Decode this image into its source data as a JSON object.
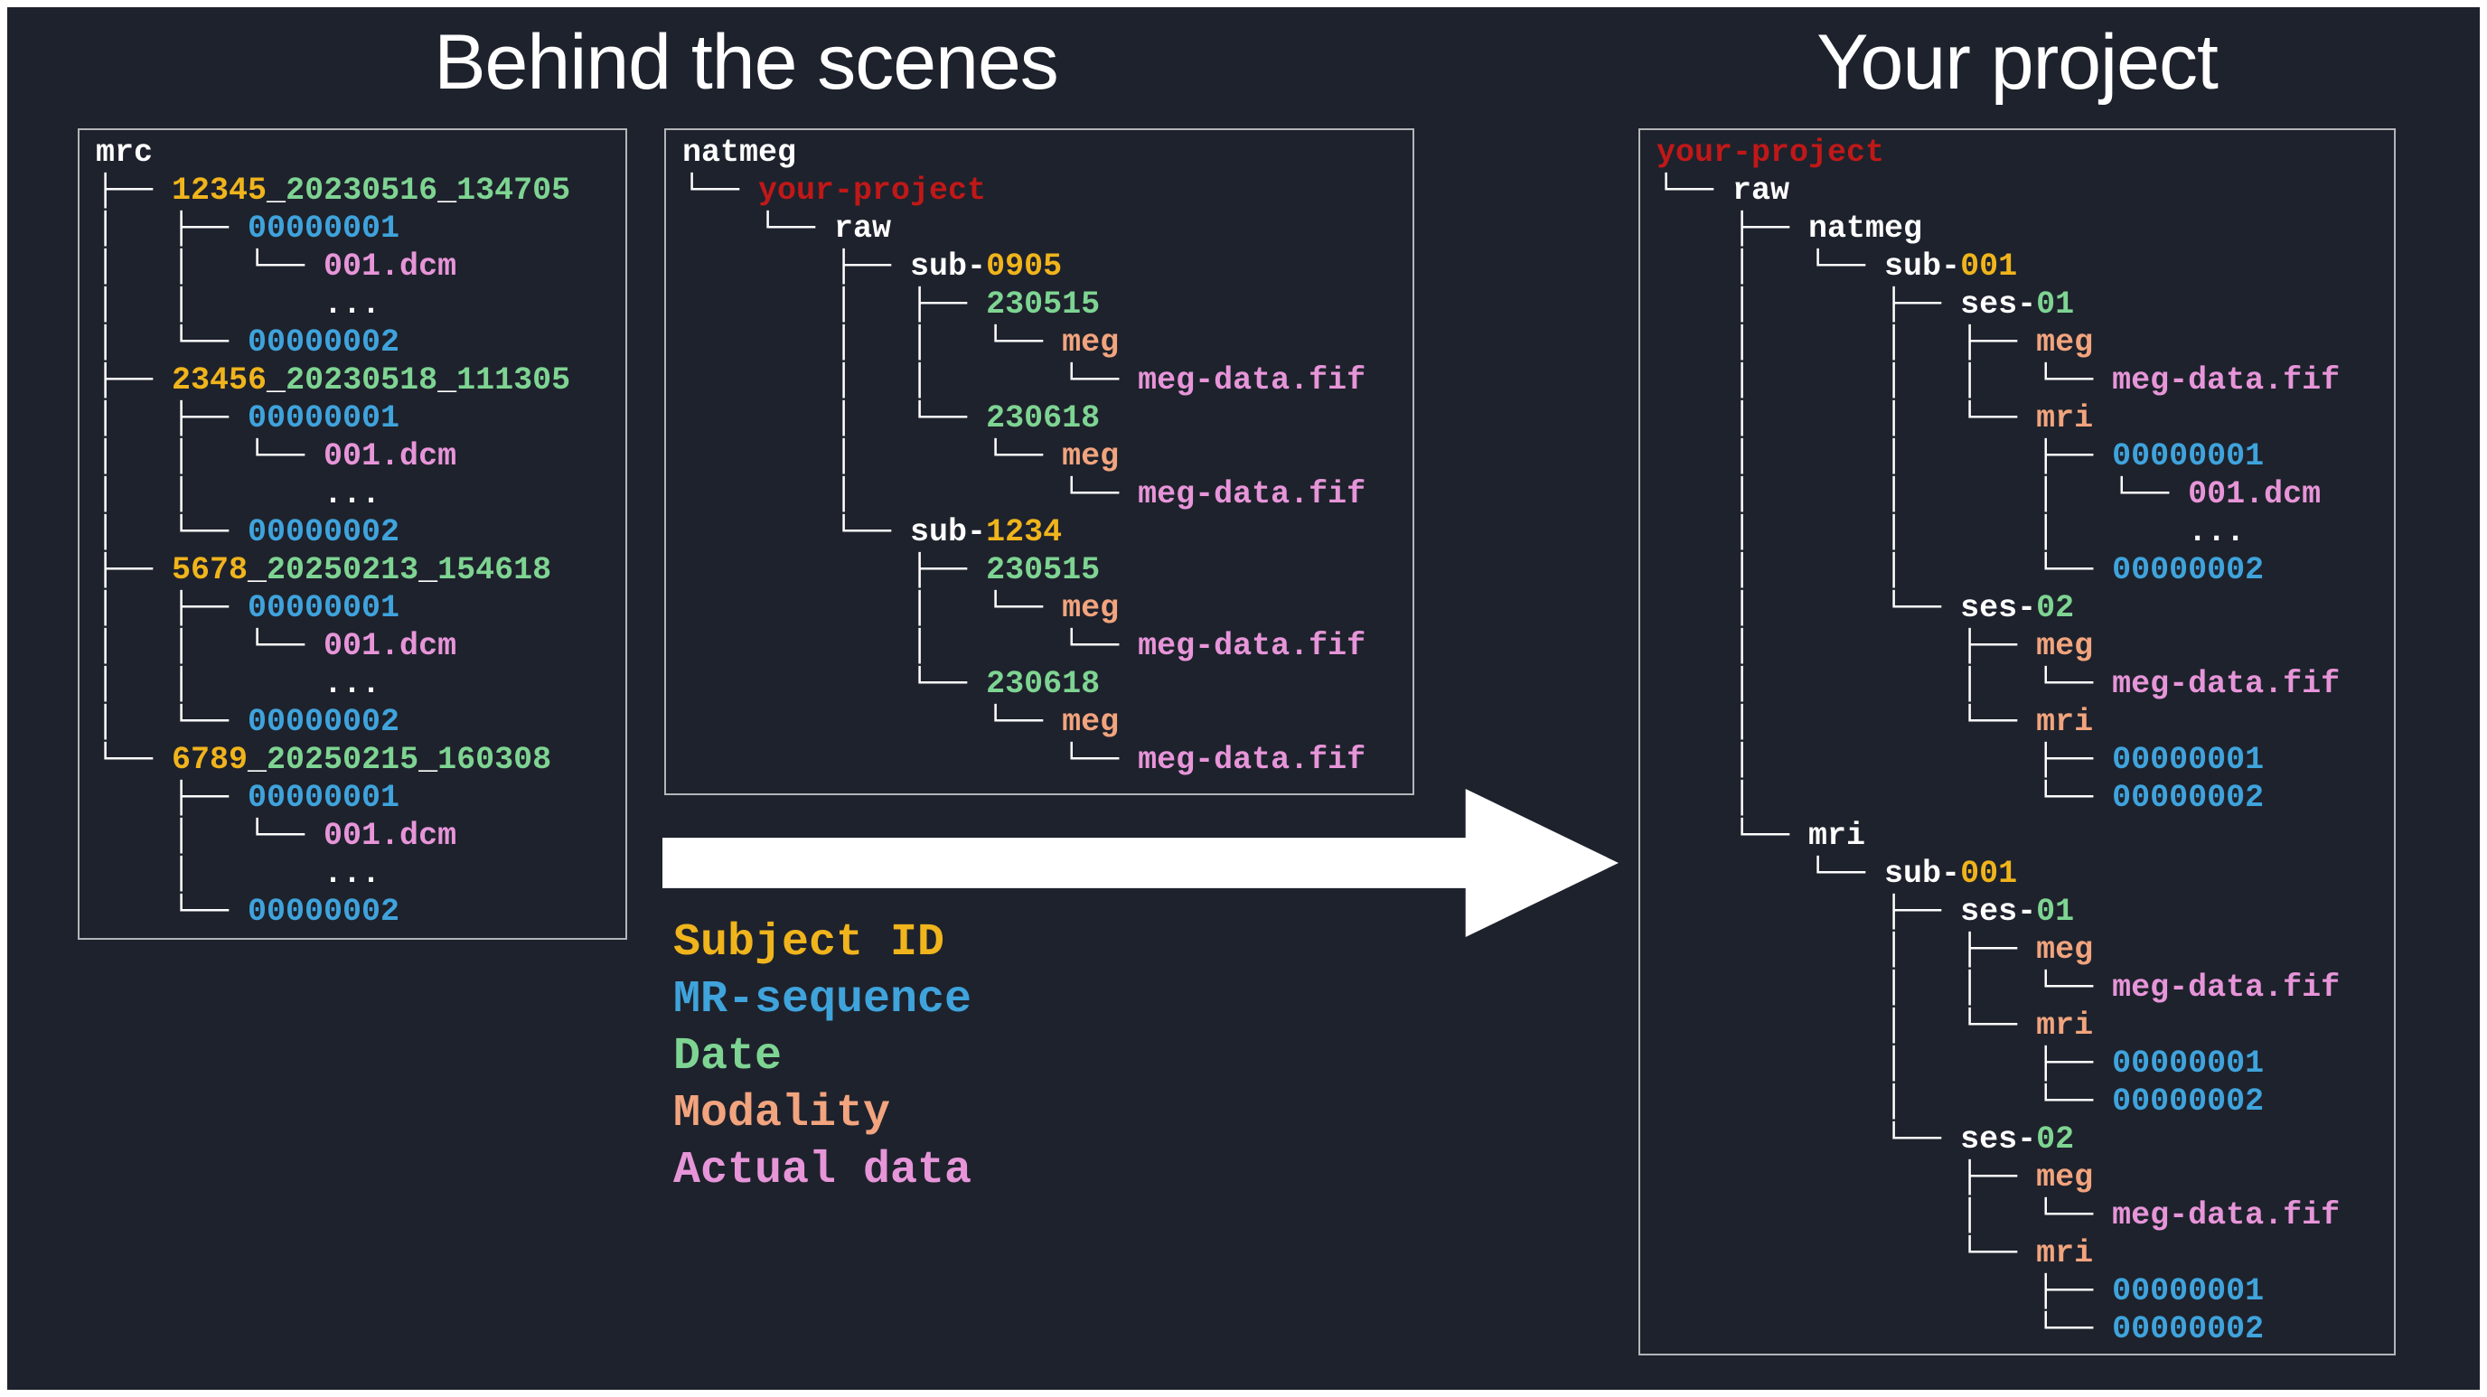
{
  "titles": {
    "left": "Behind the scenes",
    "right": "Your project"
  },
  "palette": {
    "background": "#1e222c",
    "outer_border": "#ffffff",
    "panel_border": "#b3b5b9",
    "tree": "#ffffff",
    "white": "#ffffff",
    "subject_id": "#f0b41c",
    "mr_sequence": "#3fa3dc",
    "date": "#7ed492",
    "modality": "#f2a47e",
    "actual_data": "#e795d9",
    "project_red": "#c01818",
    "arrow": "#ffffff"
  },
  "legend": {
    "items": [
      {
        "label": "Subject ID",
        "color": "subject_id"
      },
      {
        "label": "MR-sequence",
        "color": "mr_sequence"
      },
      {
        "label": "Date",
        "color": "date"
      },
      {
        "label": "Modality",
        "color": "modality"
      },
      {
        "label": "Actual data",
        "color": "actual_data"
      }
    ]
  },
  "trees": [
    {
      "id": "mrc",
      "lines": [
        [
          [
            "white",
            "mrc"
          ]
        ],
        [
          [
            "tree",
            "├── "
          ],
          [
            "subject_id",
            "12345"
          ],
          [
            "white",
            "_"
          ],
          [
            "date",
            "20230516"
          ],
          [
            "white",
            "_"
          ],
          [
            "date",
            "134705"
          ]
        ],
        [
          [
            "tree",
            "│   ├── "
          ],
          [
            "mr_sequence",
            "00000001"
          ]
        ],
        [
          [
            "tree",
            "│   │   └── "
          ],
          [
            "actual_data",
            "001.dcm"
          ]
        ],
        [
          [
            "tree",
            "│   │       "
          ],
          [
            "white",
            "..."
          ]
        ],
        [
          [
            "tree",
            "│   └── "
          ],
          [
            "mr_sequence",
            "00000002"
          ]
        ],
        [
          [
            "tree",
            "├── "
          ],
          [
            "subject_id",
            "23456"
          ],
          [
            "white",
            "_"
          ],
          [
            "date",
            "20230518"
          ],
          [
            "white",
            "_"
          ],
          [
            "date",
            "111305"
          ]
        ],
        [
          [
            "tree",
            "│   ├── "
          ],
          [
            "mr_sequence",
            "00000001"
          ]
        ],
        [
          [
            "tree",
            "│   │   └── "
          ],
          [
            "actual_data",
            "001.dcm"
          ]
        ],
        [
          [
            "tree",
            "│   │       "
          ],
          [
            "white",
            "..."
          ]
        ],
        [
          [
            "tree",
            "│   └── "
          ],
          [
            "mr_sequence",
            "00000002"
          ]
        ],
        [
          [
            "tree",
            "├── "
          ],
          [
            "subject_id",
            "5678"
          ],
          [
            "white",
            "_"
          ],
          [
            "date",
            "20250213"
          ],
          [
            "white",
            "_"
          ],
          [
            "date",
            "154618"
          ]
        ],
        [
          [
            "tree",
            "│   ├── "
          ],
          [
            "mr_sequence",
            "00000001"
          ]
        ],
        [
          [
            "tree",
            "│   │   └── "
          ],
          [
            "actual_data",
            "001.dcm"
          ]
        ],
        [
          [
            "tree",
            "│   │       "
          ],
          [
            "white",
            "..."
          ]
        ],
        [
          [
            "tree",
            "│   └── "
          ],
          [
            "mr_sequence",
            "00000002"
          ]
        ],
        [
          [
            "tree",
            "└── "
          ],
          [
            "subject_id",
            "6789"
          ],
          [
            "white",
            "_"
          ],
          [
            "date",
            "20250215"
          ],
          [
            "white",
            "_"
          ],
          [
            "date",
            "160308"
          ]
        ],
        [
          [
            "tree",
            "    ├── "
          ],
          [
            "mr_sequence",
            "00000001"
          ]
        ],
        [
          [
            "tree",
            "    │   └── "
          ],
          [
            "actual_data",
            "001.dcm"
          ]
        ],
        [
          [
            "tree",
            "    │       "
          ],
          [
            "white",
            "..."
          ]
        ],
        [
          [
            "tree",
            "    └── "
          ],
          [
            "mr_sequence",
            "00000002"
          ]
        ]
      ]
    },
    {
      "id": "natmeg",
      "lines": [
        [
          [
            "white",
            "natmeg"
          ]
        ],
        [
          [
            "tree",
            "└── "
          ],
          [
            "project_red",
            "your-project"
          ]
        ],
        [
          [
            "tree",
            "    └── "
          ],
          [
            "white",
            "raw"
          ]
        ],
        [
          [
            "tree",
            "        ├── "
          ],
          [
            "white",
            "sub-"
          ],
          [
            "subject_id",
            "0905"
          ]
        ],
        [
          [
            "tree",
            "        │   ├── "
          ],
          [
            "date",
            "230515"
          ]
        ],
        [
          [
            "tree",
            "        │   │   └── "
          ],
          [
            "modality",
            "meg"
          ]
        ],
        [
          [
            "tree",
            "        │   │       └── "
          ],
          [
            "actual_data",
            "meg-data.fif"
          ]
        ],
        [
          [
            "tree",
            "        │   └── "
          ],
          [
            "date",
            "230618"
          ]
        ],
        [
          [
            "tree",
            "        │       └── "
          ],
          [
            "modality",
            "meg"
          ]
        ],
        [
          [
            "tree",
            "        │           └── "
          ],
          [
            "actual_data",
            "meg-data.fif"
          ]
        ],
        [
          [
            "tree",
            "        └── "
          ],
          [
            "white",
            "sub-"
          ],
          [
            "subject_id",
            "1234"
          ]
        ],
        [
          [
            "tree",
            "            ├── "
          ],
          [
            "date",
            "230515"
          ]
        ],
        [
          [
            "tree",
            "            │   └── "
          ],
          [
            "modality",
            "meg"
          ]
        ],
        [
          [
            "tree",
            "            │       └── "
          ],
          [
            "actual_data",
            "meg-data.fif"
          ]
        ],
        [
          [
            "tree",
            "            └── "
          ],
          [
            "date",
            "230618"
          ]
        ],
        [
          [
            "tree",
            "                └── "
          ],
          [
            "modality",
            "meg"
          ]
        ],
        [
          [
            "tree",
            "                    └── "
          ],
          [
            "actual_data",
            "meg-data.fif"
          ]
        ]
      ]
    },
    {
      "id": "your-project",
      "lines": [
        [
          [
            "project_red",
            "your-project"
          ]
        ],
        [
          [
            "tree",
            "└── "
          ],
          [
            "white",
            "raw"
          ]
        ],
        [
          [
            "tree",
            "    ├── "
          ],
          [
            "white",
            "natmeg"
          ]
        ],
        [
          [
            "tree",
            "    │   └── "
          ],
          [
            "white",
            "sub-"
          ],
          [
            "subject_id",
            "001"
          ]
        ],
        [
          [
            "tree",
            "    │       ├── "
          ],
          [
            "white",
            "ses-"
          ],
          [
            "date",
            "01"
          ]
        ],
        [
          [
            "tree",
            "    │       │   ├── "
          ],
          [
            "modality",
            "meg"
          ]
        ],
        [
          [
            "tree",
            "    │       │   │   └── "
          ],
          [
            "actual_data",
            "meg-data.fif"
          ]
        ],
        [
          [
            "tree",
            "    │       │   └── "
          ],
          [
            "modality",
            "mri"
          ]
        ],
        [
          [
            "tree",
            "    │       │       ├── "
          ],
          [
            "mr_sequence",
            "00000001"
          ]
        ],
        [
          [
            "tree",
            "    │       │       │   └── "
          ],
          [
            "actual_data",
            "001.dcm"
          ]
        ],
        [
          [
            "tree",
            "    │       │       │       "
          ],
          [
            "white",
            "..."
          ]
        ],
        [
          [
            "tree",
            "    │       │       └── "
          ],
          [
            "mr_sequence",
            "00000002"
          ]
        ],
        [
          [
            "tree",
            "    │       └── "
          ],
          [
            "white",
            "ses-"
          ],
          [
            "date",
            "02"
          ]
        ],
        [
          [
            "tree",
            "    │           ├── "
          ],
          [
            "modality",
            "meg"
          ]
        ],
        [
          [
            "tree",
            "    │           │   └── "
          ],
          [
            "actual_data",
            "meg-data.fif"
          ]
        ],
        [
          [
            "tree",
            "    │           └── "
          ],
          [
            "modality",
            "mri"
          ]
        ],
        [
          [
            "tree",
            "    │               ├── "
          ],
          [
            "mr_sequence",
            "00000001"
          ]
        ],
        [
          [
            "tree",
            "    │               └── "
          ],
          [
            "mr_sequence",
            "00000002"
          ]
        ],
        [
          [
            "tree",
            "    └── "
          ],
          [
            "white",
            "mri"
          ]
        ],
        [
          [
            "tree",
            "        └── "
          ],
          [
            "white",
            "sub-"
          ],
          [
            "subject_id",
            "001"
          ]
        ],
        [
          [
            "tree",
            "            ├── "
          ],
          [
            "white",
            "ses-"
          ],
          [
            "date",
            "01"
          ]
        ],
        [
          [
            "tree",
            "            │   ├── "
          ],
          [
            "modality",
            "meg"
          ]
        ],
        [
          [
            "tree",
            "            │   │   └── "
          ],
          [
            "actual_data",
            "meg-data.fif"
          ]
        ],
        [
          [
            "tree",
            "            │   └── "
          ],
          [
            "modality",
            "mri"
          ]
        ],
        [
          [
            "tree",
            "            │       ├── "
          ],
          [
            "mr_sequence",
            "00000001"
          ]
        ],
        [
          [
            "tree",
            "            │       └── "
          ],
          [
            "mr_sequence",
            "00000002"
          ]
        ],
        [
          [
            "tree",
            "            └── "
          ],
          [
            "white",
            "ses-"
          ],
          [
            "date",
            "02"
          ]
        ],
        [
          [
            "tree",
            "                ├── "
          ],
          [
            "modality",
            "meg"
          ]
        ],
        [
          [
            "tree",
            "                │   └── "
          ],
          [
            "actual_data",
            "meg-data.fif"
          ]
        ],
        [
          [
            "tree",
            "                └── "
          ],
          [
            "modality",
            "mri"
          ]
        ],
        [
          [
            "tree",
            "                    ├── "
          ],
          [
            "mr_sequence",
            "00000001"
          ]
        ],
        [
          [
            "tree",
            "                    └── "
          ],
          [
            "mr_sequence",
            "00000002"
          ]
        ]
      ]
    }
  ]
}
